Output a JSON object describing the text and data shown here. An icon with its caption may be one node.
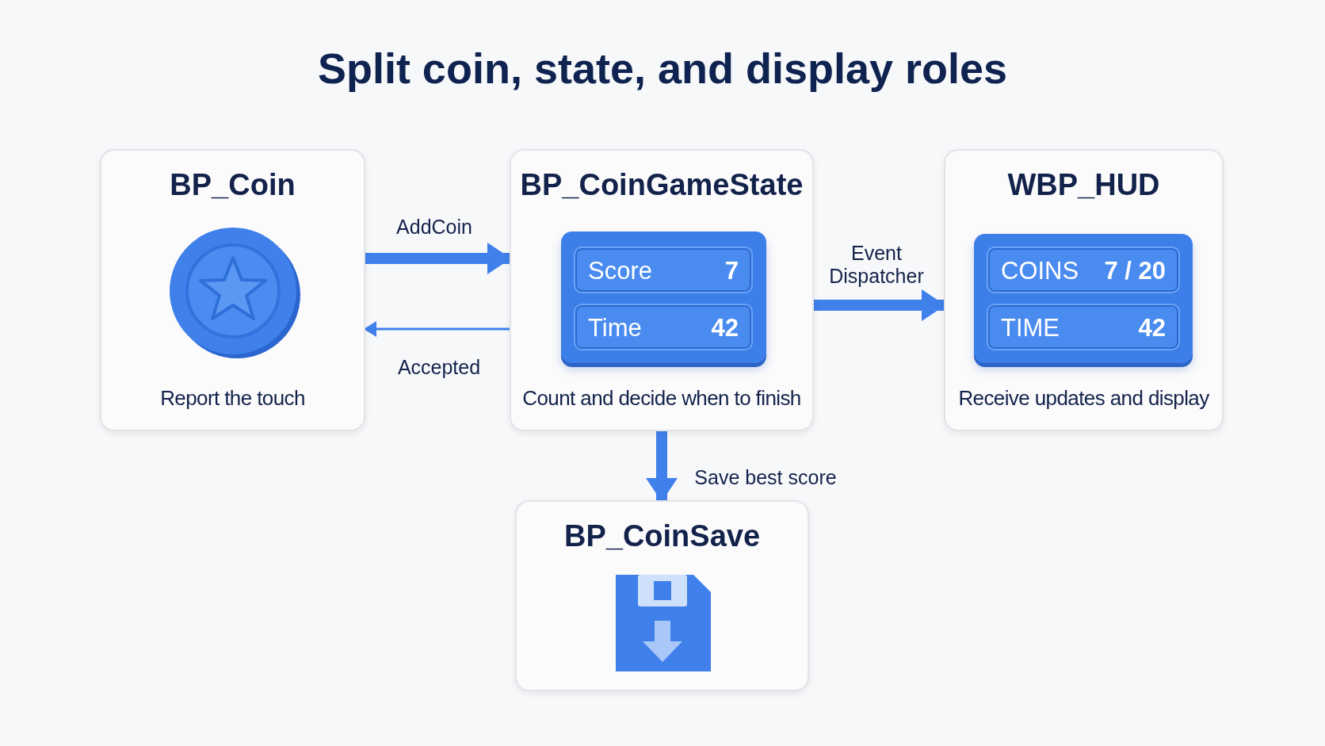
{
  "diagram": {
    "title": "Split coin, state, and display roles",
    "nodes": [
      {
        "text": [
          "BP_Coin",
          "Report the touch"
        ]
      },
      {
        "text": [
          "BP_CoinGameState",
          "Count and decide when to finish"
        ]
      },
      {
        "text": [
          "Score",
          "7"
        ],
        "in": 1
      },
      {
        "text": [
          "Time",
          "42"
        ],
        "in": 1
      },
      {
        "text": [
          "WBP_HUD",
          "Receive updates and display"
        ]
      },
      {
        "text": [
          "COINS",
          "7 / 20"
        ],
        "in": 4
      },
      {
        "text": [
          "TIME",
          "42"
        ],
        "in": 4
      },
      {
        "text": [
          "BP_CoinSave"
        ]
      }
    ],
    "edges": [
      {
        "from": 0,
        "to": 1,
        "arrow": "to",
        "label": "AddCoin"
      },
      {
        "from": 1,
        "to": 0,
        "arrow": "to",
        "label": "Accepted"
      },
      {
        "from": 1,
        "to": 4,
        "arrow": "to",
        "label": "Event Dispatcher"
      },
      {
        "from": 1,
        "to": 7,
        "arrow": "to",
        "label": "Save best score"
      }
    ]
  }
}
